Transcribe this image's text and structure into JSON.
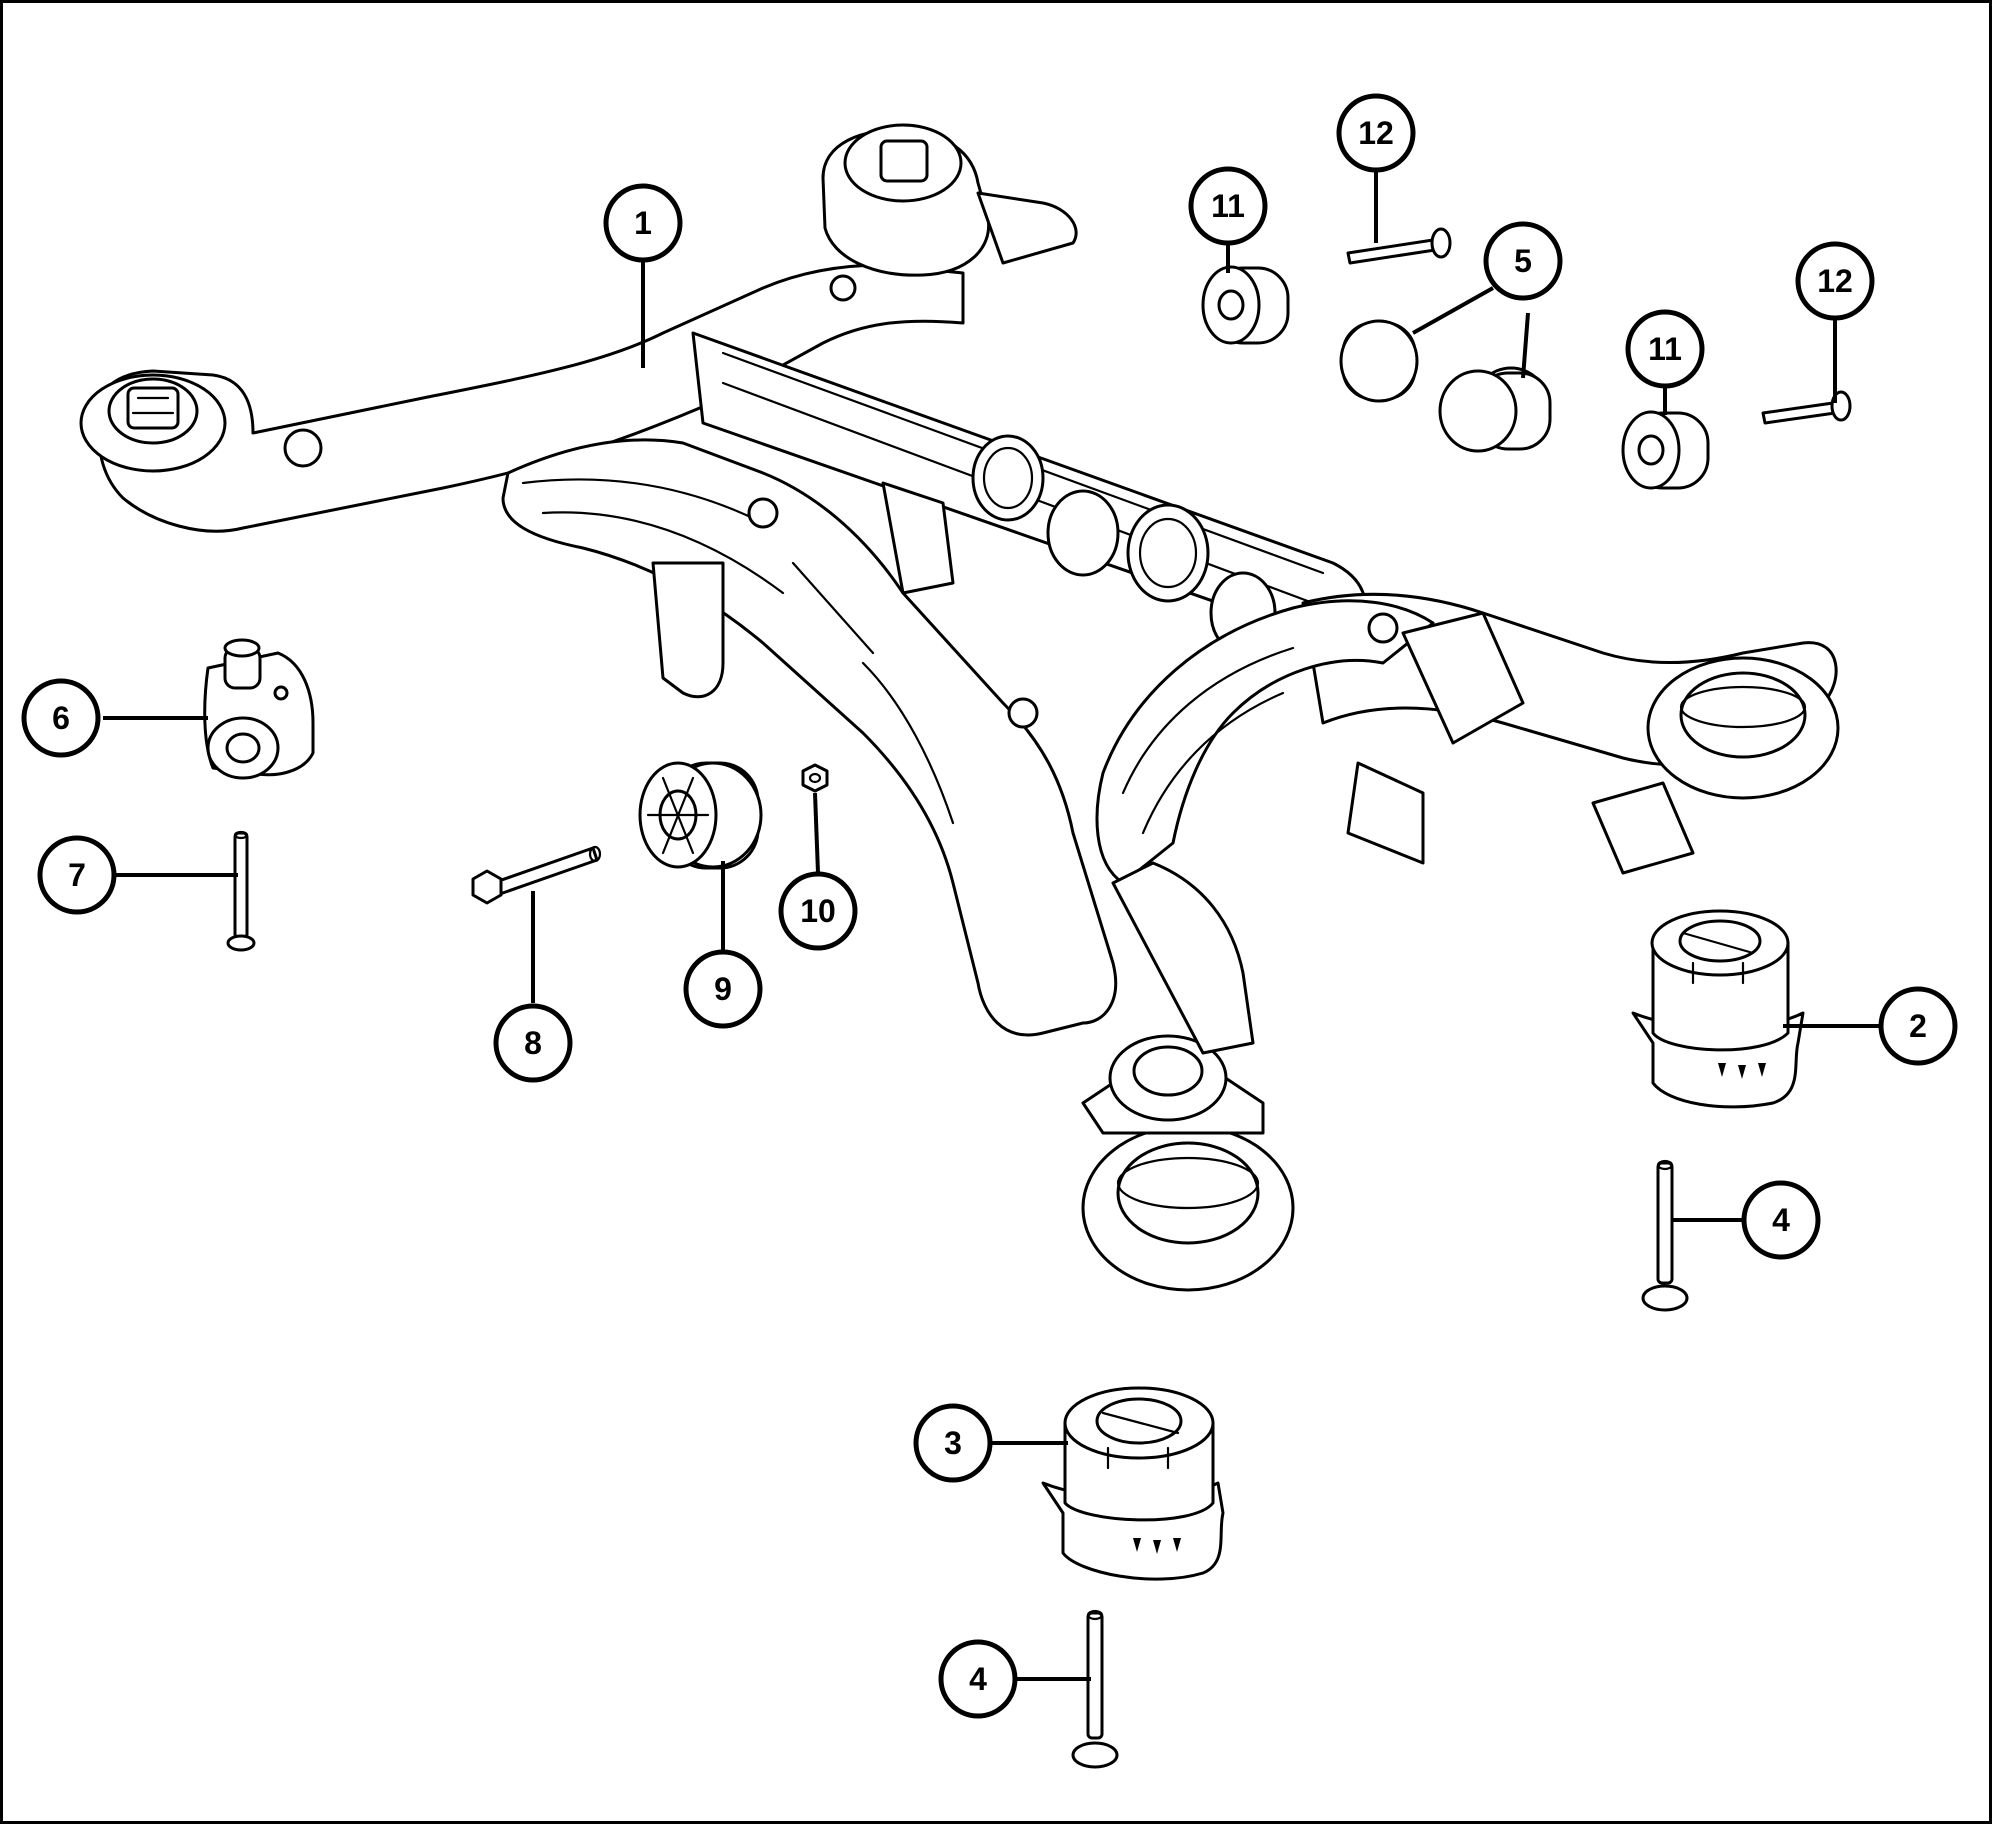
{
  "callouts": [
    {
      "id": "c1",
      "label": "1"
    },
    {
      "id": "c2",
      "label": "2"
    },
    {
      "id": "c3",
      "label": "3"
    },
    {
      "id": "c4a",
      "label": "4"
    },
    {
      "id": "c4b",
      "label": "4"
    },
    {
      "id": "c5",
      "label": "5"
    },
    {
      "id": "c6",
      "label": "6"
    },
    {
      "id": "c7",
      "label": "7"
    },
    {
      "id": "c8",
      "label": "8"
    },
    {
      "id": "c9",
      "label": "9"
    },
    {
      "id": "c10",
      "label": "10"
    },
    {
      "id": "c11a",
      "label": "11"
    },
    {
      "id": "c11b",
      "label": "11"
    },
    {
      "id": "c12a",
      "label": "12"
    },
    {
      "id": "c12b",
      "label": "12"
    }
  ]
}
